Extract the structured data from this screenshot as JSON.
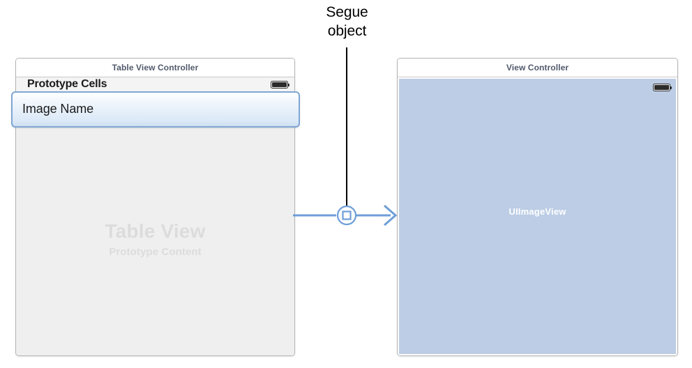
{
  "annotation": {
    "line1": "Segue",
    "line2": "object"
  },
  "scenes": [
    {
      "id": "table-view-controller",
      "title": "Table View Controller",
      "section_header": "Prototype Cells",
      "cell_label": "Image Name",
      "placeholder_title": "Table View",
      "placeholder_subtitle": "Prototype Content",
      "status_icon": "battery-icon"
    },
    {
      "id": "view-controller",
      "title": "View Controller",
      "subview_label": "UIImageView",
      "status_icon": "battery-icon"
    }
  ],
  "segue": {
    "icon": "segue-icon",
    "arrow_icon": "arrow-right-icon"
  },
  "colors": {
    "segue_blue": "#6f9ed8",
    "imageview_fill": "#bccde5",
    "table_fill": "#efefef",
    "placeholder_text": "#dcdcdc",
    "panel_border": "#b4b4b4",
    "title_text": "#50596b",
    "selection_border": "#7fa7d4"
  }
}
